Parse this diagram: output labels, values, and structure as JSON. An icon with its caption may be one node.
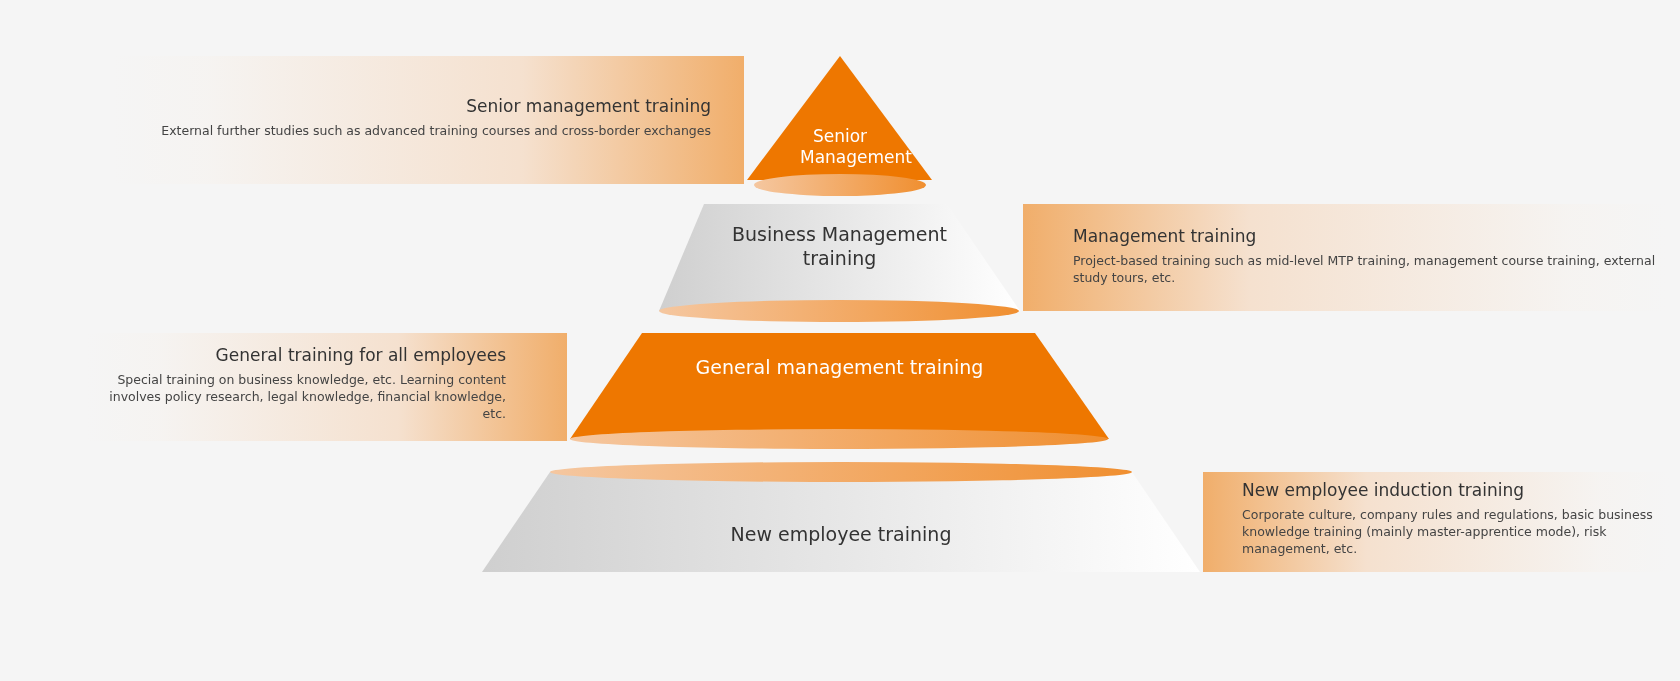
{
  "diagram": {
    "nodes": [
      {
        "text": [
          "Senior management training",
          "External further studies such as advanced training courses and cross-border exchanges"
        ]
      },
      {
        "text": [
          "Senior Management"
        ]
      },
      {
        "text": [
          "Business Management training"
        ]
      },
      {
        "text": [
          "Management training",
          "Project-based training such as mid-level MTP training, management course training, external study tours, etc."
        ]
      },
      {
        "text": [
          "General training for all employees",
          "Special training on business knowledge, etc. Learning content involves policy research, legal knowledge, financial knowledge, etc."
        ]
      },
      {
        "text": [
          "General management training"
        ]
      },
      {
        "text": [
          "New employee training"
        ]
      },
      {
        "text": [
          "New employee induction training",
          "Corporate culture, company rules and regulations, basic business knowledge training (mainly master-apprentice mode), risk management, etc."
        ]
      }
    ],
    "edges": []
  }
}
